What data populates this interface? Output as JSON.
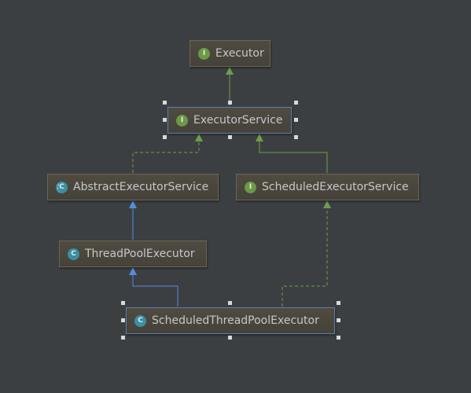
{
  "nodes": {
    "executor": {
      "label": "Executor",
      "kind": "interface",
      "icon": "interface-icon",
      "badge": "I"
    },
    "executor_service": {
      "label": "ExecutorService",
      "kind": "interface",
      "icon": "interface-icon",
      "badge": "I",
      "selected": true
    },
    "abstract_executor_service": {
      "label": "AbstractExecutorService",
      "kind": "abstract-class",
      "icon": "abstract-class-icon",
      "badge": "C"
    },
    "scheduled_executor_service": {
      "label": "ScheduledExecutorService",
      "kind": "interface",
      "icon": "interface-icon",
      "badge": "I"
    },
    "thread_pool_executor": {
      "label": "ThreadPoolExecutor",
      "kind": "class",
      "icon": "class-icon",
      "badge": "C"
    },
    "scheduled_thread_pool_executor": {
      "label": "ScheduledThreadPoolExecutor",
      "kind": "class",
      "icon": "class-icon",
      "badge": "C",
      "selected": true
    }
  },
  "edges": [
    {
      "from": "executor_service",
      "to": "executor",
      "type": "extends-interface"
    },
    {
      "from": "abstract_executor_service",
      "to": "executor_service",
      "type": "implements"
    },
    {
      "from": "scheduled_executor_service",
      "to": "executor_service",
      "type": "extends-interface"
    },
    {
      "from": "thread_pool_executor",
      "to": "abstract_executor_service",
      "type": "extends-class"
    },
    {
      "from": "scheduled_thread_pool_executor",
      "to": "thread_pool_executor",
      "type": "extends-class"
    },
    {
      "from": "scheduled_thread_pool_executor",
      "to": "scheduled_executor_service",
      "type": "implements"
    }
  ],
  "colors": {
    "background": "#3c3f41",
    "interface_edge": "#6a9f4c",
    "class_edge": "#4f8fe0",
    "selection_border": "#5a7fb5"
  }
}
